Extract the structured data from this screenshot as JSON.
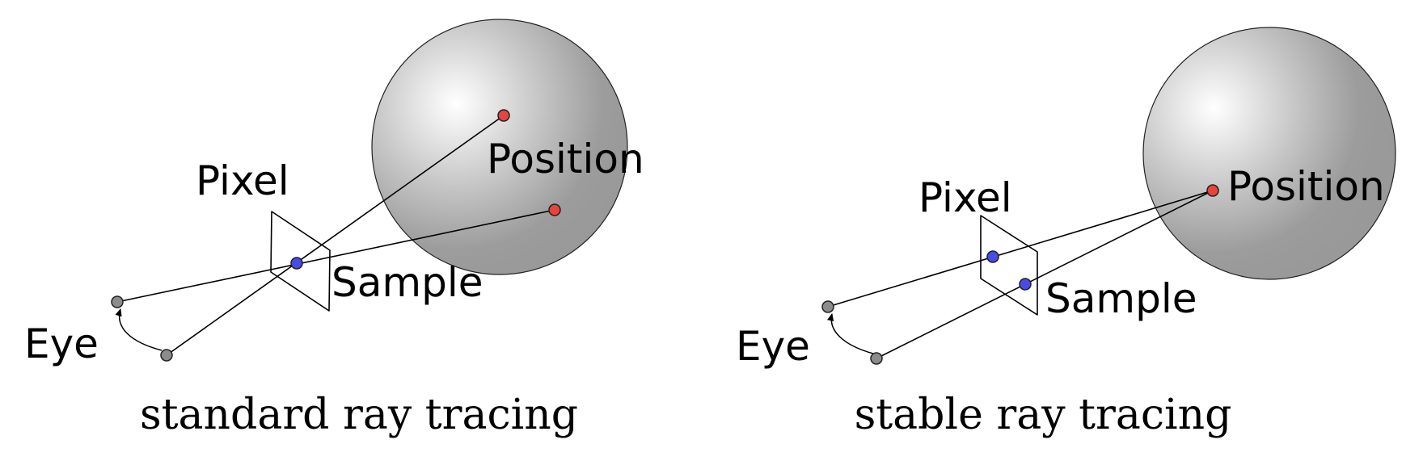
{
  "panels": [
    {
      "id": "standard",
      "caption": "standard ray tracing",
      "labels": {
        "pixel": "Pixel",
        "sample": "Sample",
        "position": "Position",
        "eye": "Eye"
      }
    },
    {
      "id": "stable",
      "caption": "stable ray tracing",
      "labels": {
        "pixel": "Pixel",
        "sample": "Sample",
        "position": "Position",
        "eye": "Eye"
      }
    }
  ],
  "colors": {
    "eye_point": "#8c8c8c",
    "sample_point": "#4a4ae6",
    "position_point": "#e8433d",
    "sphere_highlight": "#ffffff",
    "sphere_shadow": "#9a9a9a"
  }
}
